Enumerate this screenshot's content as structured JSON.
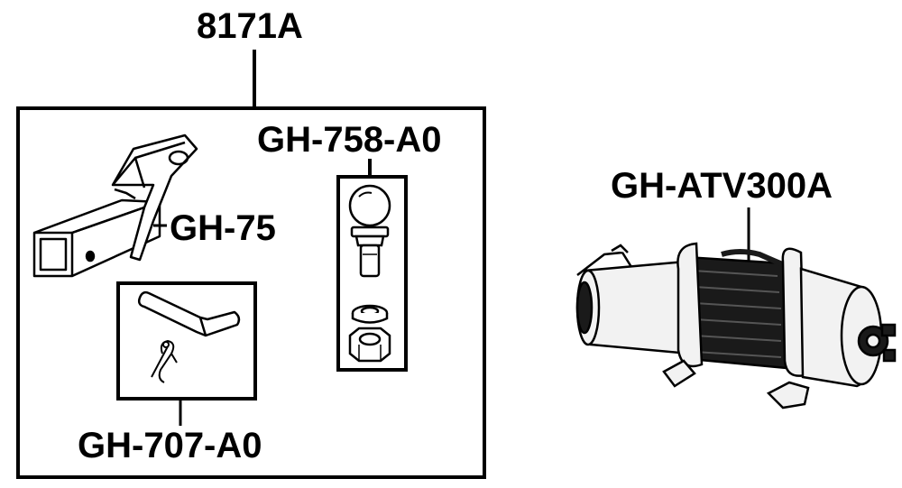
{
  "diagram": {
    "kit_part_number": "8171A",
    "parts": {
      "receiver": "GH-75",
      "ball_assembly": "GH-758-A0",
      "pin_and_clip": "GH-707-A0",
      "winch": "GH-ATV300A"
    }
  },
  "colors": {
    "ink": "#000000",
    "background": "#ffffff",
    "winch_fill": "#f2f2f2",
    "winch_dark": "#1a1a1a"
  }
}
